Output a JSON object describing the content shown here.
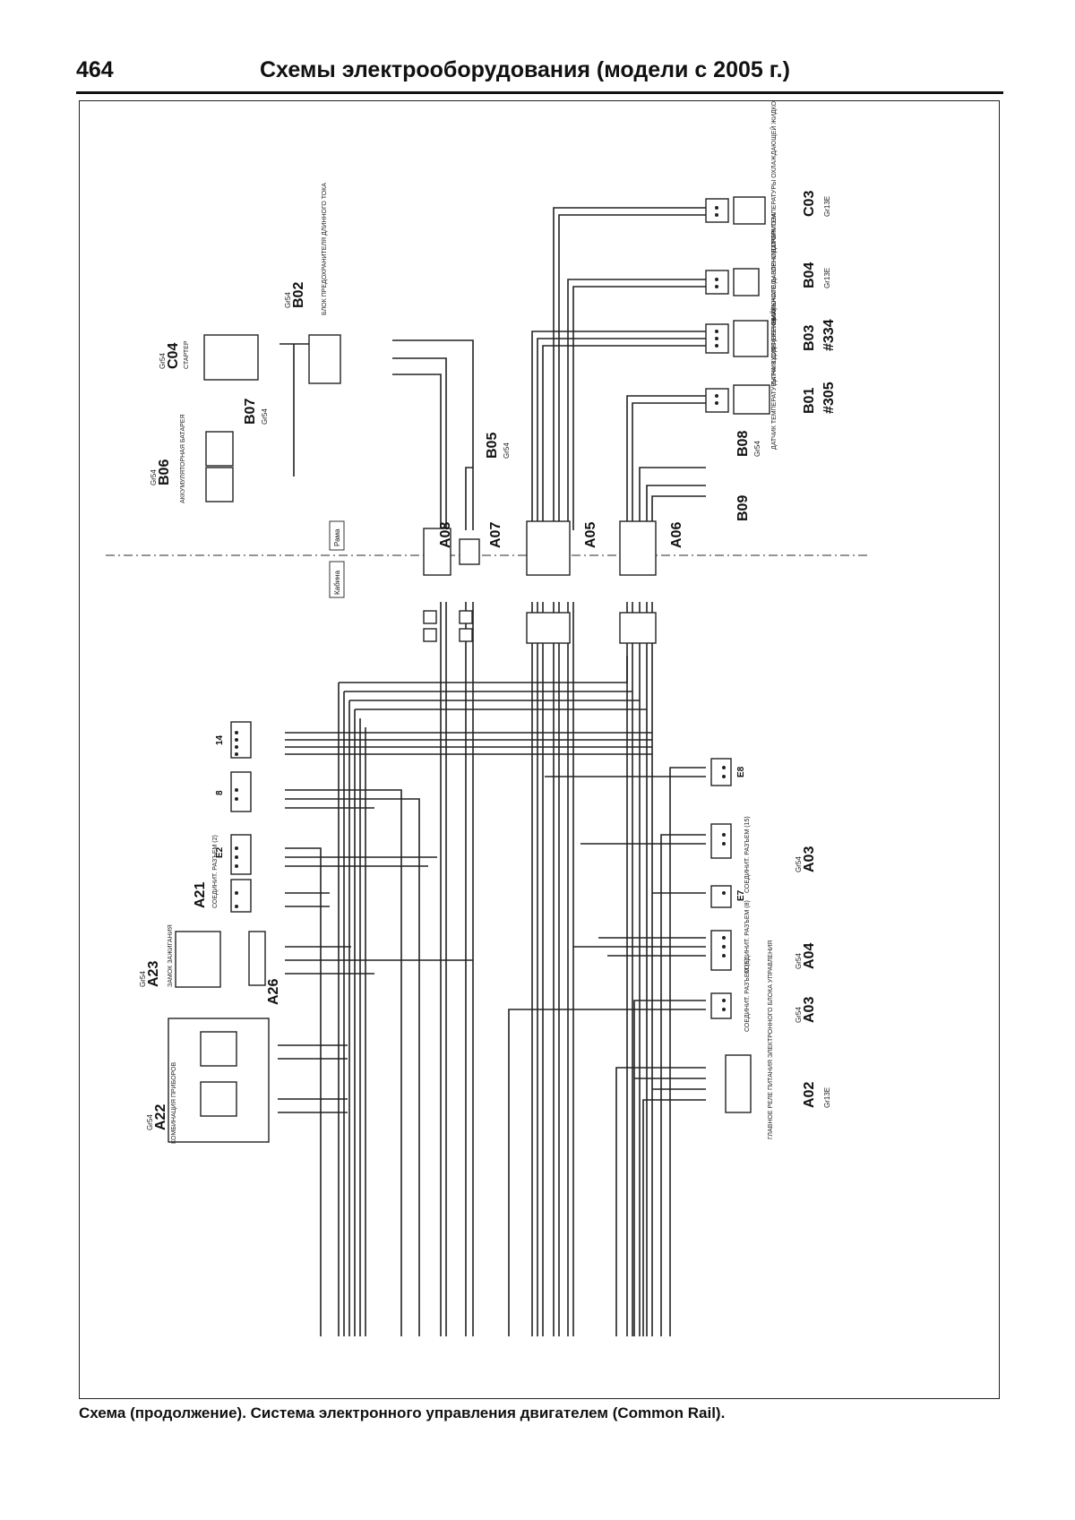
{
  "header": {
    "page_number": "464",
    "title": "Схемы электрооборудования (модели с 2005 г.)"
  },
  "caption": "Схема (продолжение). Система электронного управления двигателем (Common Rail).",
  "diagram": {
    "components": [
      {
        "id": "C03",
        "ref": "Gr13E",
        "desc": "ДАТЧИК ТЕМПЕРАТУРЫ ОХЛАЖДАЮЩЕЙ ЖИДКОСТИ"
      },
      {
        "id": "B04",
        "ref": "Gr13E",
        "desc": "ВЫКЛЮЧАТЕЛЬ ГОРНОГО ТОРМОЗА"
      },
      {
        "id": "B03",
        "ref": "#334",
        "desc": "ДАТЧИК ДИФФЕРЕНЦИАЛЬНОГО ДАВЛЕНИЯ DPF"
      },
      {
        "id": "B01",
        "ref": "#305",
        "desc": "ДАТЧИК ТЕМПЕРАТУРЫ НА ВХОДЕ (ВЕРХНИЙ)"
      },
      {
        "id": "B02",
        "ref": "Gr54",
        "desc": "БЛОК ПРЕДОХРАНИТЕЛЯ ДЛИННОГО ТОКА"
      },
      {
        "id": "C04",
        "ref": "Gr54",
        "desc": "СТАРТЕР"
      },
      {
        "id": "B07",
        "ref": "Gr54",
        "desc": ""
      },
      {
        "id": "B06",
        "ref": "Gr54",
        "desc": "АККУМУЛЯТОРНАЯ БАТАРЕЯ"
      },
      {
        "id": "B05",
        "ref": "Gr54",
        "desc": ""
      },
      {
        "id": "B08",
        "ref": "Gr54",
        "desc": ""
      },
      {
        "id": "B09",
        "ref": "",
        "desc": ""
      },
      {
        "id": "A08",
        "ref": "",
        "desc": ""
      },
      {
        "id": "A07",
        "ref": "",
        "desc": ""
      },
      {
        "id": "A05",
        "ref": "",
        "desc": ""
      },
      {
        "id": "A06",
        "ref": "",
        "desc": ""
      },
      {
        "id": "A21",
        "ref": "",
        "desc": "СОЕДИНИТ. РАЗЪЕМ (2)"
      },
      {
        "id": "A23",
        "ref": "Gr54",
        "desc": "ЗАМОК ЗАЖИГАНИЯ"
      },
      {
        "id": "A26",
        "ref": "",
        "desc": ""
      },
      {
        "id": "A22",
        "ref": "Gr54",
        "desc": "КОМБИНАЦИЯ ПРИБОРОВ"
      },
      {
        "id": "A03",
        "ref": "Gr54",
        "desc": "СОЕДИНИТ. РАЗЪЕМ (15)"
      },
      {
        "id": "A04",
        "ref": "Gr54",
        "desc": "СОЕДИНИТ. РАЗЪЕМ (8)"
      },
      {
        "id": "A03",
        "ref": "Gr54",
        "desc": "СОЕДИНИТ. РАЗЪЕМ (5)"
      },
      {
        "id": "A02",
        "ref": "Gr13E",
        "desc": "ГЛАВНОЕ РЕЛЕ ПИТАНИЯ ЭЛЕКТРОННОГО БЛОКА УПРАВЛЕНИЯ"
      }
    ],
    "connector_tags": [
      "14",
      "8",
      "E2",
      "E8",
      "E7"
    ],
    "zone_labels": [
      "Рама",
      "Кабина"
    ]
  }
}
